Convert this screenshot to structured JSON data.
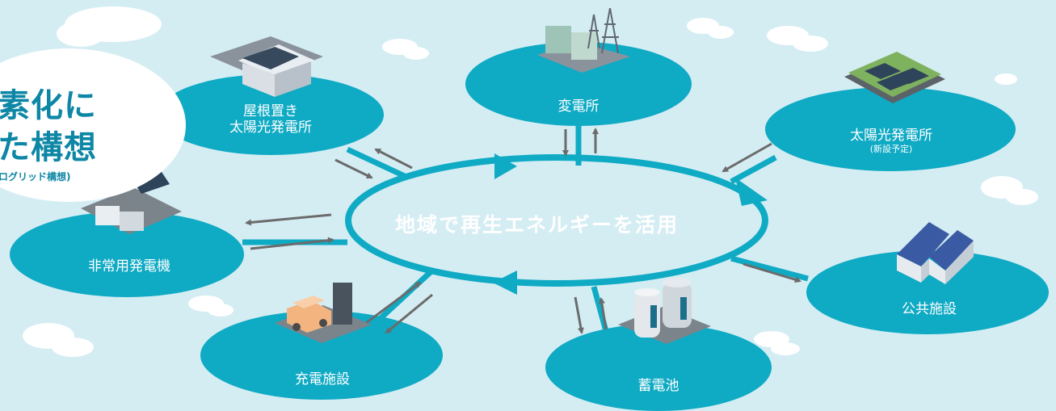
{
  "title": {
    "line1": "素化に",
    "line2": "た構想",
    "sub": "ログリッド構想)"
  },
  "center_label": "地域で再生エネルギーを活用",
  "nodes": {
    "rooftop_solar": {
      "line1": "屋根置き",
      "line2": "太陽光発電所"
    },
    "substation": {
      "label": "変電所"
    },
    "solar_plant": {
      "label": "太陽光発電所",
      "note": "(新設予定)"
    },
    "emergency_generator": {
      "label": "非常用発電機"
    },
    "public_facility": {
      "label": "公共施設"
    },
    "charging_facility": {
      "label": "充電施設"
    },
    "storage_battery": {
      "label": "蓄電池"
    }
  },
  "colors": {
    "background": "#d4edf3",
    "ellipse": "#0faac4",
    "ring": "#0faac4",
    "arrow": "#6b6b6b",
    "title": "#0d87a5",
    "cloud": "#ffffff"
  }
}
